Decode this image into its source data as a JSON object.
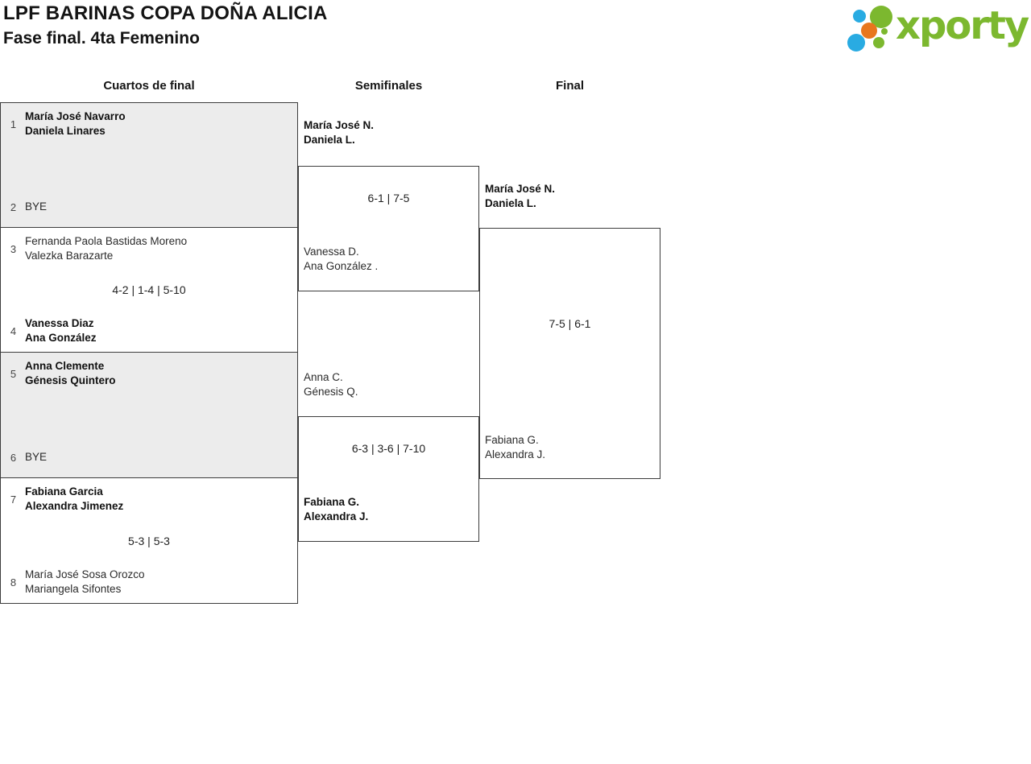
{
  "header": {
    "title": "LPF BARINAS COPA DOÑA ALICIA",
    "subtitle": "Fase final. 4ta Femenino"
  },
  "logo": {
    "brand": "xporty",
    "green": "#7cb82f",
    "blue": "#29abe2",
    "orange": "#e8761d"
  },
  "rounds": [
    {
      "label": "Cuartos de final"
    },
    {
      "label": "Semifinales"
    },
    {
      "label": "Final"
    }
  ],
  "quarterfinals": [
    {
      "seed_top": "1",
      "top_line1": "María José Navarro",
      "top_line2": "Daniela Linares",
      "seed_bottom": "2",
      "bottom_line1": "BYE",
      "score": ""
    },
    {
      "seed_top": "3",
      "top_line1": "Fernanda Paola Bastidas Moreno",
      "top_line2": "Valezka Barazarte",
      "seed_bottom": "4",
      "bottom_line1": "Vanessa Diaz",
      "bottom_line2": "Ana González",
      "score": "4-2 | 1-4 | 5-10"
    },
    {
      "seed_top": "5",
      "top_line1": "Anna Clemente",
      "top_line2": "Génesis Quintero",
      "seed_bottom": "6",
      "bottom_line1": "BYE",
      "score": ""
    },
    {
      "seed_top": "7",
      "top_line1": "Fabiana Garcia",
      "top_line2": "Alexandra Jimenez",
      "seed_bottom": "8",
      "bottom_line1": "María José Sosa Orozco",
      "bottom_line2": "Mariangela Sifontes",
      "score": "5-3 | 5-3"
    }
  ],
  "semifinals": [
    {
      "top_line1": "María José N.",
      "top_line2": "Daniela L.",
      "bottom_line1": "Vanessa D.",
      "bottom_line2": "Ana González .",
      "score": "6-1 | 7-5"
    },
    {
      "top_line1": "Anna C.",
      "top_line2": "Génesis Q.",
      "bottom_line1": "Fabiana G.",
      "bottom_line2": "Alexandra J.",
      "score": "6-3 | 3-6 | 7-10"
    }
  ],
  "final": {
    "top_line1": "María José N.",
    "top_line2": "Daniela L.",
    "bottom_line1": "Fabiana G.",
    "bottom_line2": "Alexandra J.",
    "score": "7-5 | 6-1"
  },
  "colors": {
    "box_gray": "#ececec",
    "border": "#3c3c3c"
  }
}
